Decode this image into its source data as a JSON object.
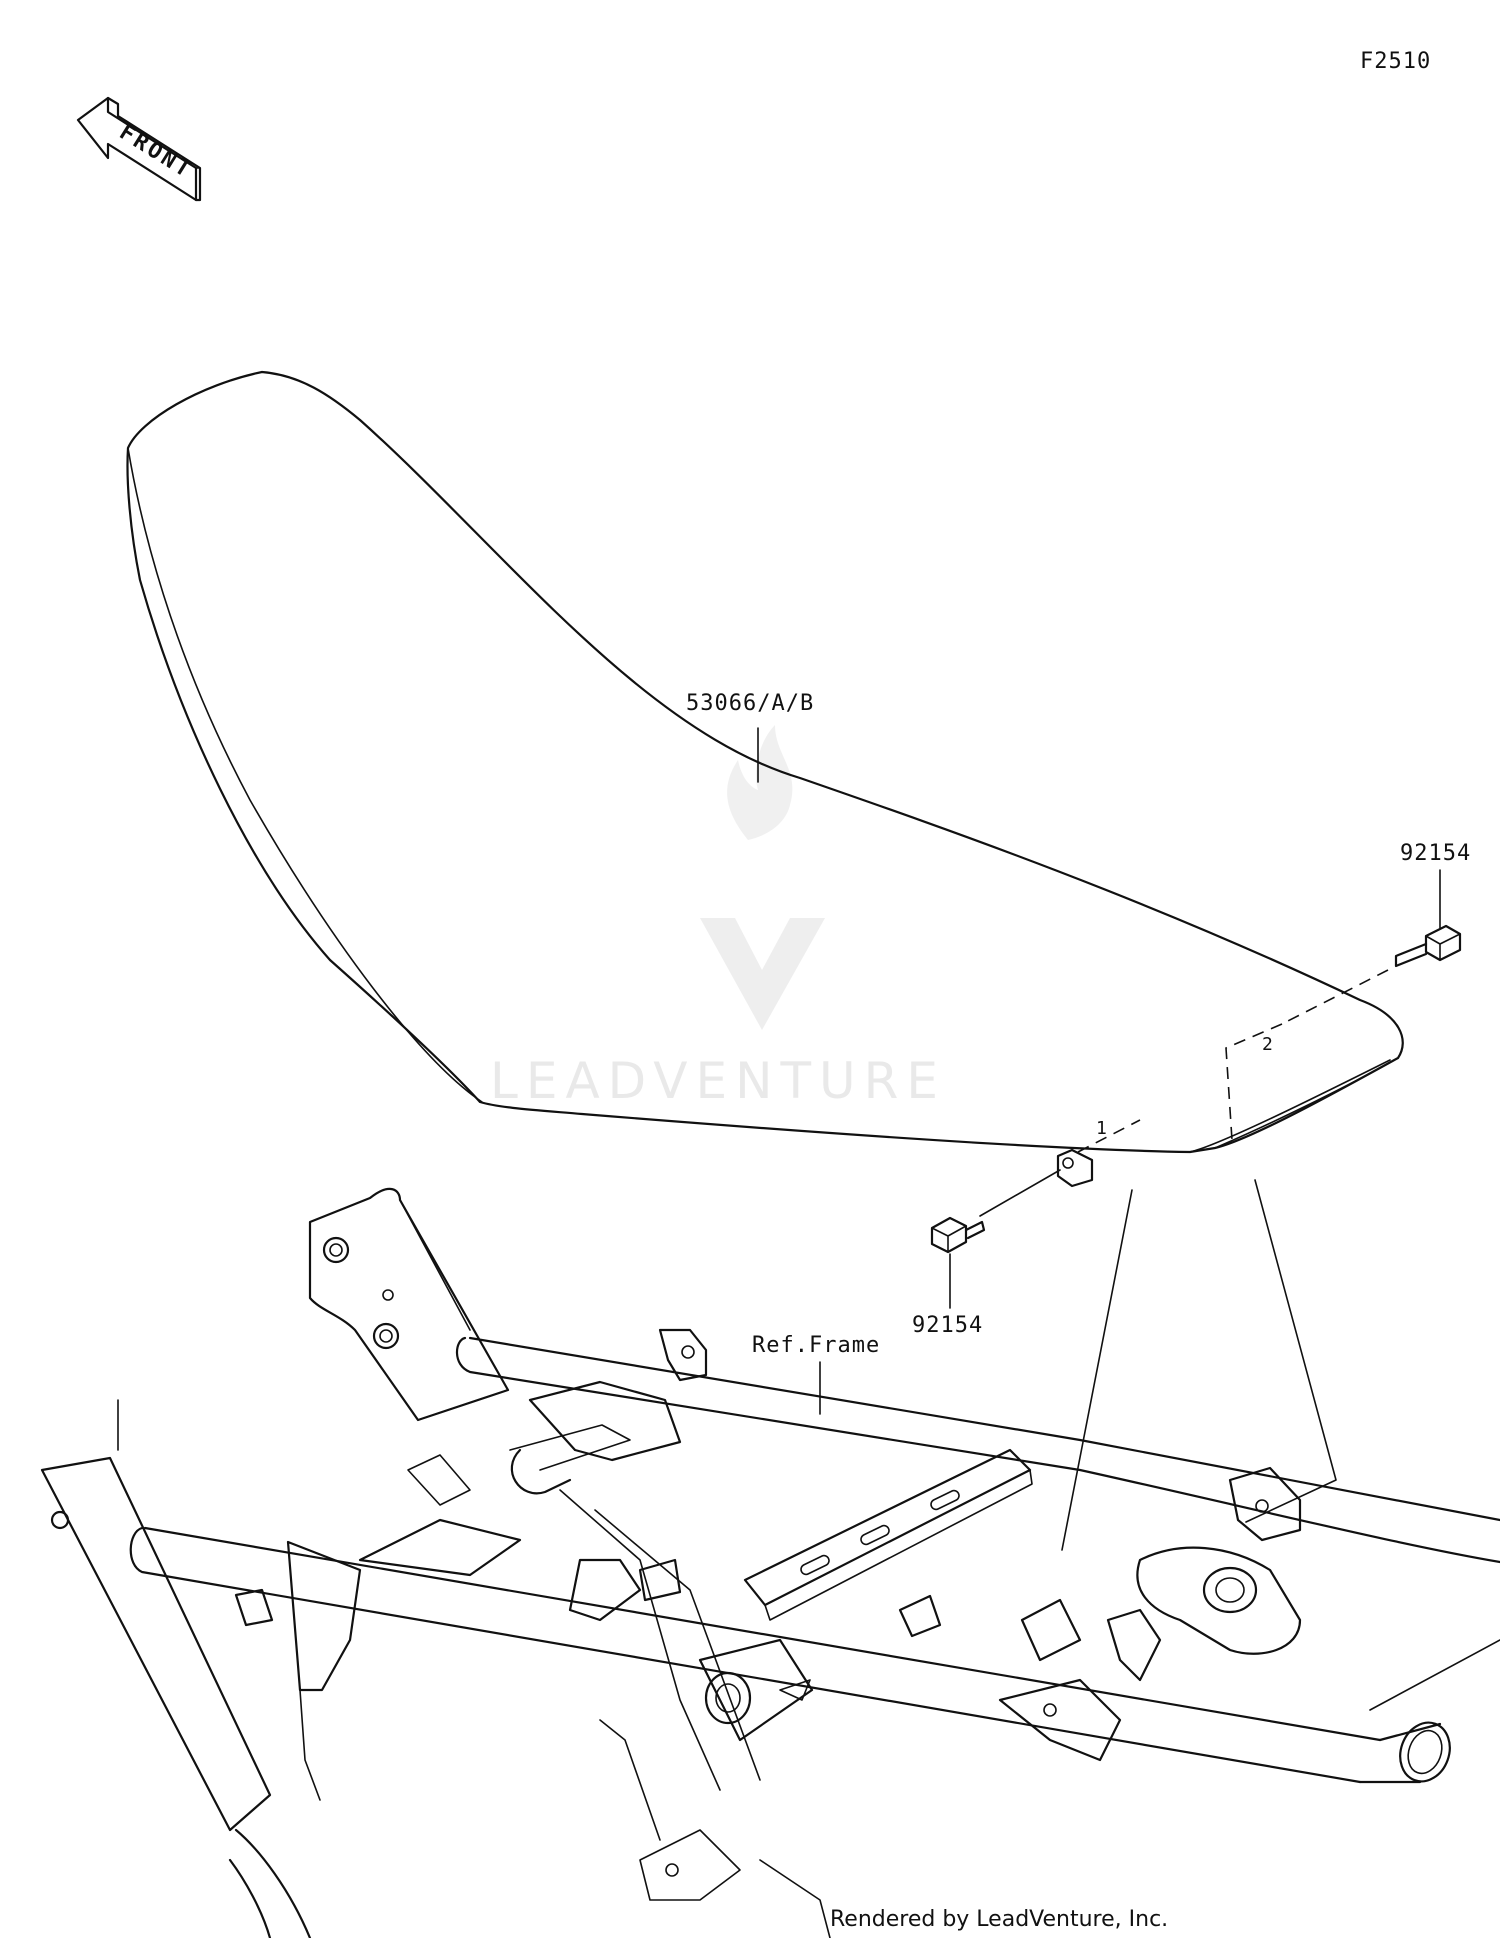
{
  "figure_code": "F2510",
  "front_arrow": {
    "label": "FRONT",
    "icon": "front-direction-arrow-icon"
  },
  "watermark": {
    "text": "LEADVENTURE",
    "icon": "leadventure-logo-icon"
  },
  "callouts": {
    "seat": "53066/A/B",
    "bolt_rear": "92154",
    "bolt_front": "92154",
    "frame": "Ref.Frame",
    "ref_1": "1",
    "ref_2": "2"
  },
  "footer": "Rendered by LeadVenture, Inc."
}
